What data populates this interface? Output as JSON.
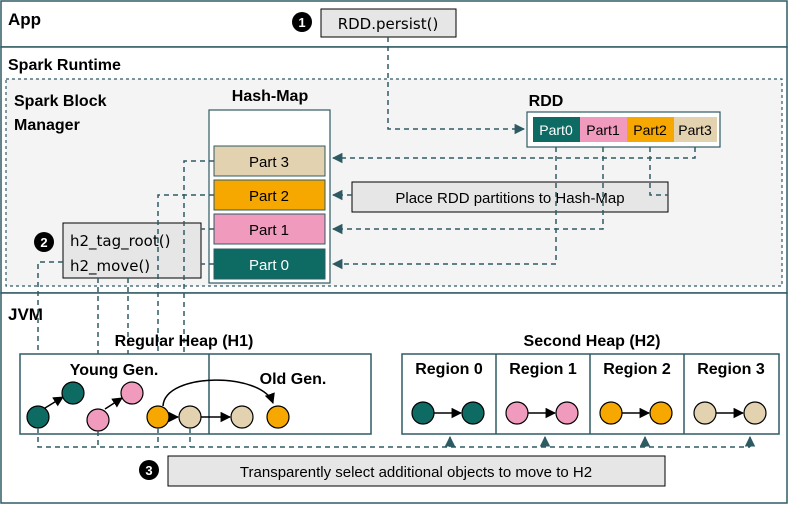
{
  "layers": {
    "app": "App",
    "runtime": "Spark Runtime",
    "block_manager_line1": "Spark Block",
    "block_manager_line2": "Manager",
    "jvm": "JVM"
  },
  "steps": {
    "step1_number": "1",
    "step1_label": "RDD.persist()",
    "step2_number": "2",
    "step2_line1": "h2_tag_root()",
    "step2_line2": "h2_move()",
    "step3_number": "3",
    "step3_label": "Transparently select additional objects to move to H2"
  },
  "hashmap": {
    "title": "Hash-Map",
    "entries": [
      "Part 3",
      "Part 2",
      "Part 1",
      "Part 0"
    ]
  },
  "rdd": {
    "title": "RDD",
    "partitions": [
      "Part0",
      "Part1",
      "Part2",
      "Part3"
    ]
  },
  "callout": "Place RDD partitions to Hash-Map",
  "h1": {
    "title": "Regular Heap (H1)",
    "young": "Young Gen.",
    "old": "Old Gen."
  },
  "h2": {
    "title": "Second Heap (H2)",
    "regions": [
      "Region 0",
      "Region 1",
      "Region 2",
      "Region 3"
    ]
  },
  "colors": {
    "part0": "#0e6b63",
    "part1": "#f09abd",
    "part2": "#f7a800",
    "part3": "#e3d2b0",
    "arrow": "#2e5b63",
    "box_fill": "#e6e6e6",
    "runtime_fill": "#f4f4f4"
  }
}
